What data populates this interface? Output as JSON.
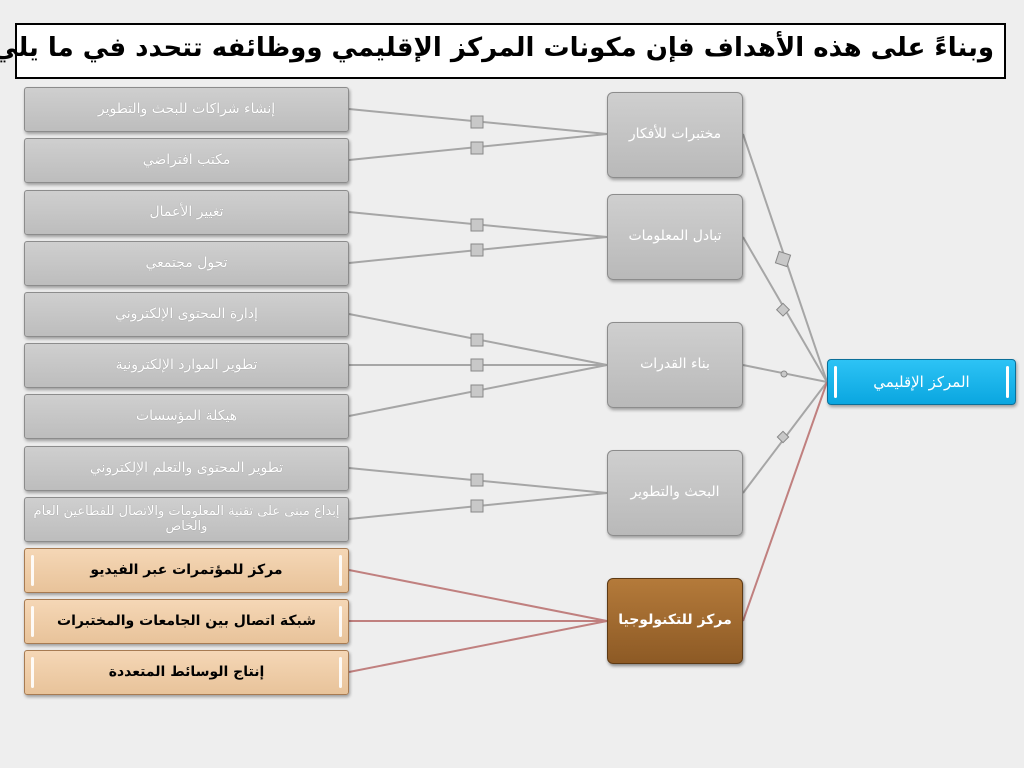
{
  "title": "وبناءً على هذه الأهداف فإن مكونات المركز الإقليمي ووظائفه تتحدد في ما يلي :",
  "root": {
    "label": "المركز الإقليمي"
  },
  "components": [
    {
      "label": "مختبرات للأفكار",
      "items": [
        "إنشاء شراكات للبحث والتطوير",
        "مكتب افتراضي"
      ]
    },
    {
      "label": "تبادل المعلومات",
      "items": [
        "تغيير الأعمال",
        "تحول مجتمعي"
      ]
    },
    {
      "label": "بناء القدرات",
      "items": [
        "إدارة المحتوى الإلكتروني",
        "تطوير الموارد الإلكترونية",
        "هيكلة المؤسسات"
      ]
    },
    {
      "label": "البحث والتطوير",
      "items": [
        "تطوير المحتوى والتعلم الإلكتروني",
        "إبداع مبنى على تقنية المعلومات والاتصال للقطاعين العام والخاص"
      ]
    },
    {
      "label": "مركز للتكنولوجيا",
      "items": [
        "مركز للمؤتمرات عبر الفيديو",
        "شبكة اتصال بين الجامعات والمختبرات",
        "إنتاج الوسائط المتعددة"
      ]
    }
  ],
  "colors": {
    "gray_connector": "#a6a6a6",
    "tech_connector": "#c0807f",
    "root_fill": "#0aa6e0",
    "tech_fill": "#8d5a25",
    "tech_leaf_fill": "#f0cfa9"
  }
}
